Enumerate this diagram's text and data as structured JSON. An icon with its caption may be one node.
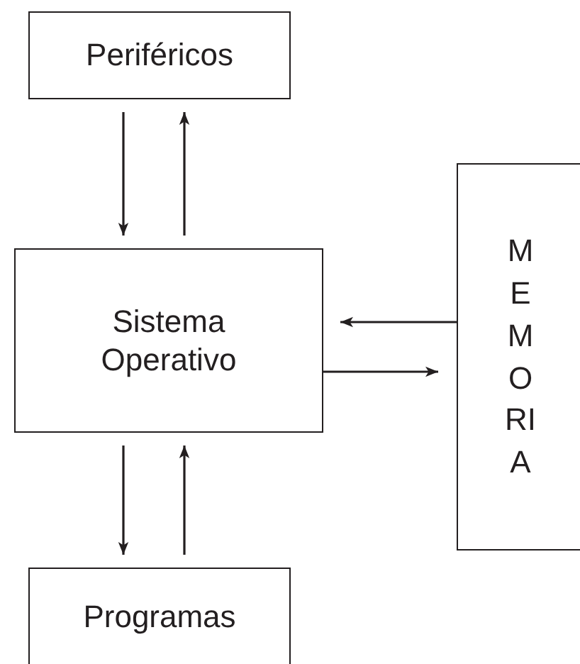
{
  "diagram": {
    "nodes": [
      {
        "text": [
          "Periféricos"
        ]
      },
      {
        "text": [
          "Sistema Operativo"
        ]
      },
      {
        "text": [
          "MEMORIA"
        ]
      },
      {
        "text": [
          "Programas"
        ]
      }
    ],
    "edges": [
      {
        "from": 0,
        "to": 1,
        "arrow": "to"
      },
      {
        "from": 1,
        "to": 0,
        "arrow": "to"
      },
      {
        "from": 2,
        "to": 1,
        "arrow": "to"
      },
      {
        "from": 1,
        "to": 2,
        "arrow": "to"
      },
      {
        "from": 1,
        "to": 3,
        "arrow": "to"
      },
      {
        "from": 3,
        "to": 1,
        "arrow": "to"
      }
    ]
  }
}
